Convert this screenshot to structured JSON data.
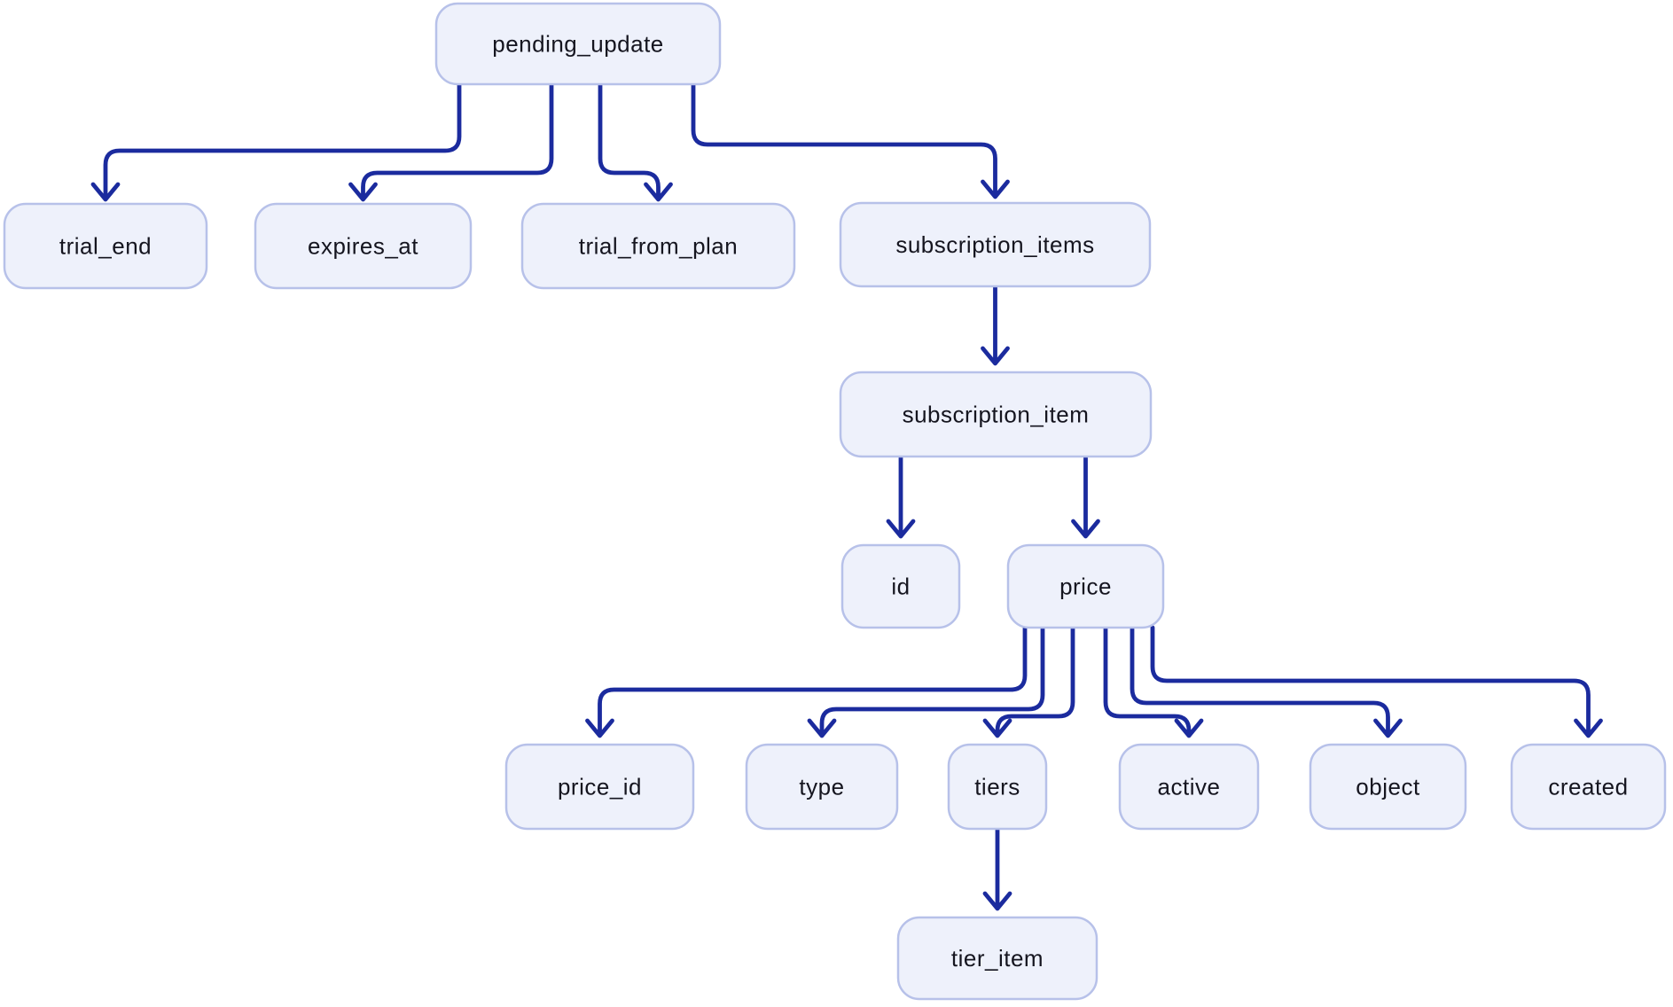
{
  "diagram": {
    "type": "tree",
    "colors": {
      "node_fill": "#eef1fb",
      "node_border": "#b7c1e9",
      "arrow": "#1b2b9e",
      "text": "#15151f",
      "background": "#ffffff"
    },
    "nodes": [
      {
        "id": "pending_update",
        "label": "pending_update"
      },
      {
        "id": "trial_end",
        "label": "trial_end"
      },
      {
        "id": "expires_at",
        "label": "expires_at"
      },
      {
        "id": "trial_from_plan",
        "label": "trial_from_plan"
      },
      {
        "id": "subscription_items",
        "label": "subscription_items"
      },
      {
        "id": "subscription_item",
        "label": "subscription_item"
      },
      {
        "id": "id",
        "label": "id"
      },
      {
        "id": "price",
        "label": "price"
      },
      {
        "id": "price_id",
        "label": "price_id"
      },
      {
        "id": "type",
        "label": "type"
      },
      {
        "id": "tiers",
        "label": "tiers"
      },
      {
        "id": "active",
        "label": "active"
      },
      {
        "id": "object",
        "label": "object"
      },
      {
        "id": "created",
        "label": "created"
      },
      {
        "id": "tier_item",
        "label": "tier_item"
      }
    ],
    "edges": [
      {
        "from": "pending_update",
        "to": "trial_end"
      },
      {
        "from": "pending_update",
        "to": "expires_at"
      },
      {
        "from": "pending_update",
        "to": "trial_from_plan"
      },
      {
        "from": "pending_update",
        "to": "subscription_items"
      },
      {
        "from": "subscription_items",
        "to": "subscription_item"
      },
      {
        "from": "subscription_item",
        "to": "id"
      },
      {
        "from": "subscription_item",
        "to": "price"
      },
      {
        "from": "price",
        "to": "price_id"
      },
      {
        "from": "price",
        "to": "type"
      },
      {
        "from": "price",
        "to": "tiers"
      },
      {
        "from": "price",
        "to": "active"
      },
      {
        "from": "price",
        "to": "object"
      },
      {
        "from": "price",
        "to": "created"
      },
      {
        "from": "tiers",
        "to": "tier_item"
      }
    ]
  }
}
